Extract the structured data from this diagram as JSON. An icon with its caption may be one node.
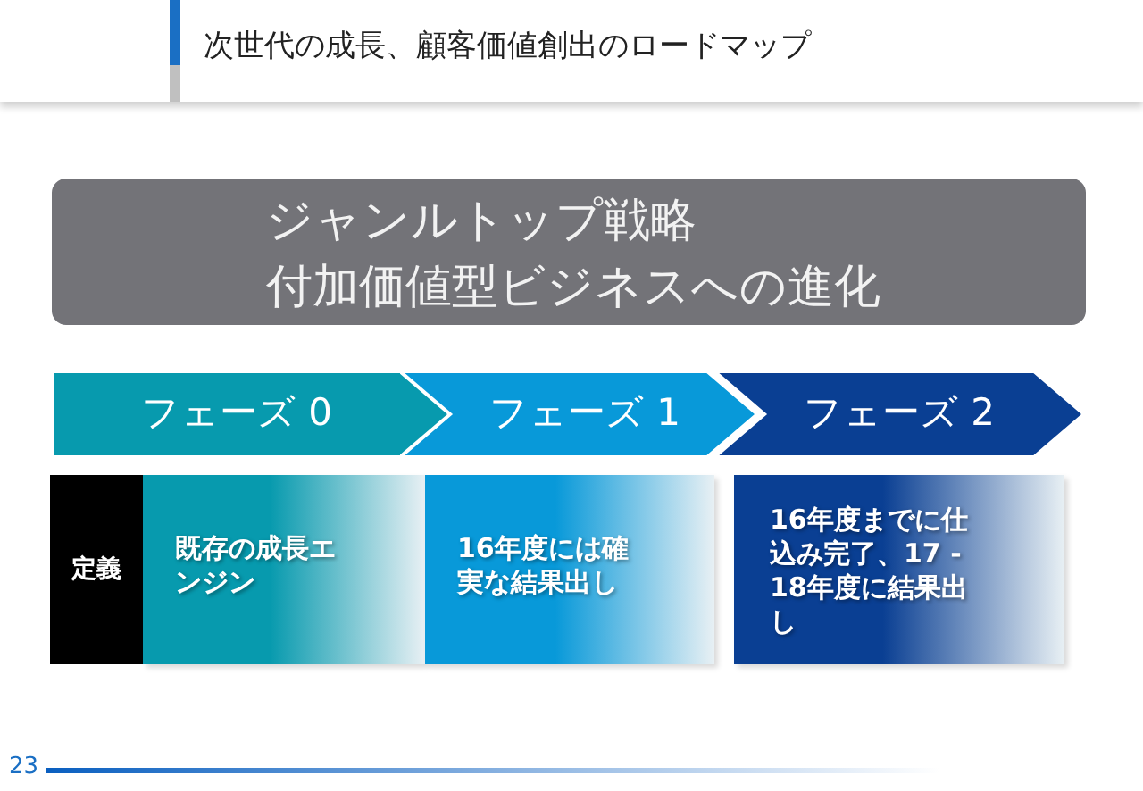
{
  "diagram": {
    "title": "次世代の成長、顧客価値創出のロードマップ",
    "nodes": [
      {
        "text": [
          "ジャンルトップ戦略",
          "付加価値型ビジネスへの進化"
        ]
      },
      {
        "text": [
          "フェーズ 0"
        ]
      },
      {
        "text": [
          "フェーズ 1"
        ]
      },
      {
        "text": [
          "フェーズ 2"
        ]
      },
      {
        "text": [
          "定義"
        ]
      },
      {
        "text": [
          "既存の成長エンジン"
        ]
      },
      {
        "text": [
          "16年度には確実な結果出し"
        ]
      },
      {
        "text": [
          "16年度までに仕込み完了、17 - 18年度に結果出し"
        ]
      }
    ],
    "labels": [
      "23"
    ]
  }
}
